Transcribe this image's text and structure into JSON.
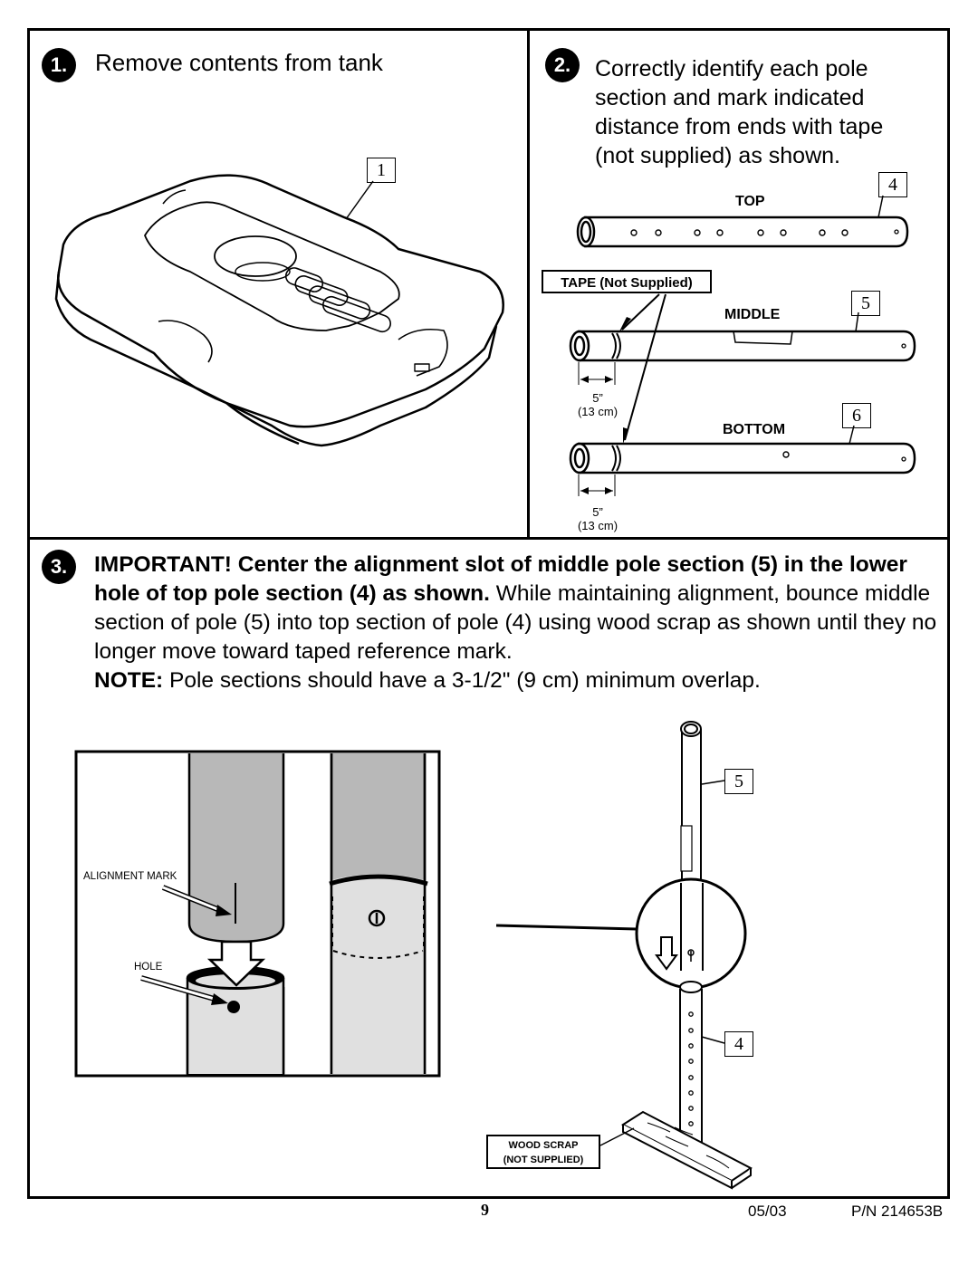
{
  "step1": {
    "number": "1.",
    "title": "Remove contents from tank",
    "callout": "1"
  },
  "step2": {
    "number": "2.",
    "text": "Correctly identify each pole section and mark indicated distance from ends with tape (not supplied) as shown.",
    "tape_label": "TAPE (Not Supplied)",
    "poles": [
      {
        "label": "TOP",
        "callout": "4"
      },
      {
        "label": "MIDDLE",
        "callout": "5"
      },
      {
        "label": "BOTTOM",
        "callout": "6"
      }
    ],
    "dimension": {
      "inches": "5”",
      "cm": "(13 cm)"
    }
  },
  "step3": {
    "number": "3.",
    "bold_text": "IMPORTANT! Center the alignment slot of middle pole section (5) in the lower hole of top pole section (4) as shown.",
    "text": " While maintaining alignment, bounce middle section of pole (5) into top section of pole (4) using wood scrap as shown until they no longer move toward taped reference mark.",
    "note_label": "NOTE:",
    "note_text": " Pole sections should have a 3-1/2\" (9 cm) minimum overlap.",
    "alignment_mark_label": "ALIGNMENT MARK",
    "hole_label": "HOLE",
    "callout_upper": "5",
    "callout_lower": "4",
    "wood_scrap_line1": "WOOD SCRAP",
    "wood_scrap_line2": "(NOT SUPPLIED)"
  },
  "footer": {
    "page": "9",
    "date": "05/03",
    "part_number": "P/N 214653B"
  }
}
